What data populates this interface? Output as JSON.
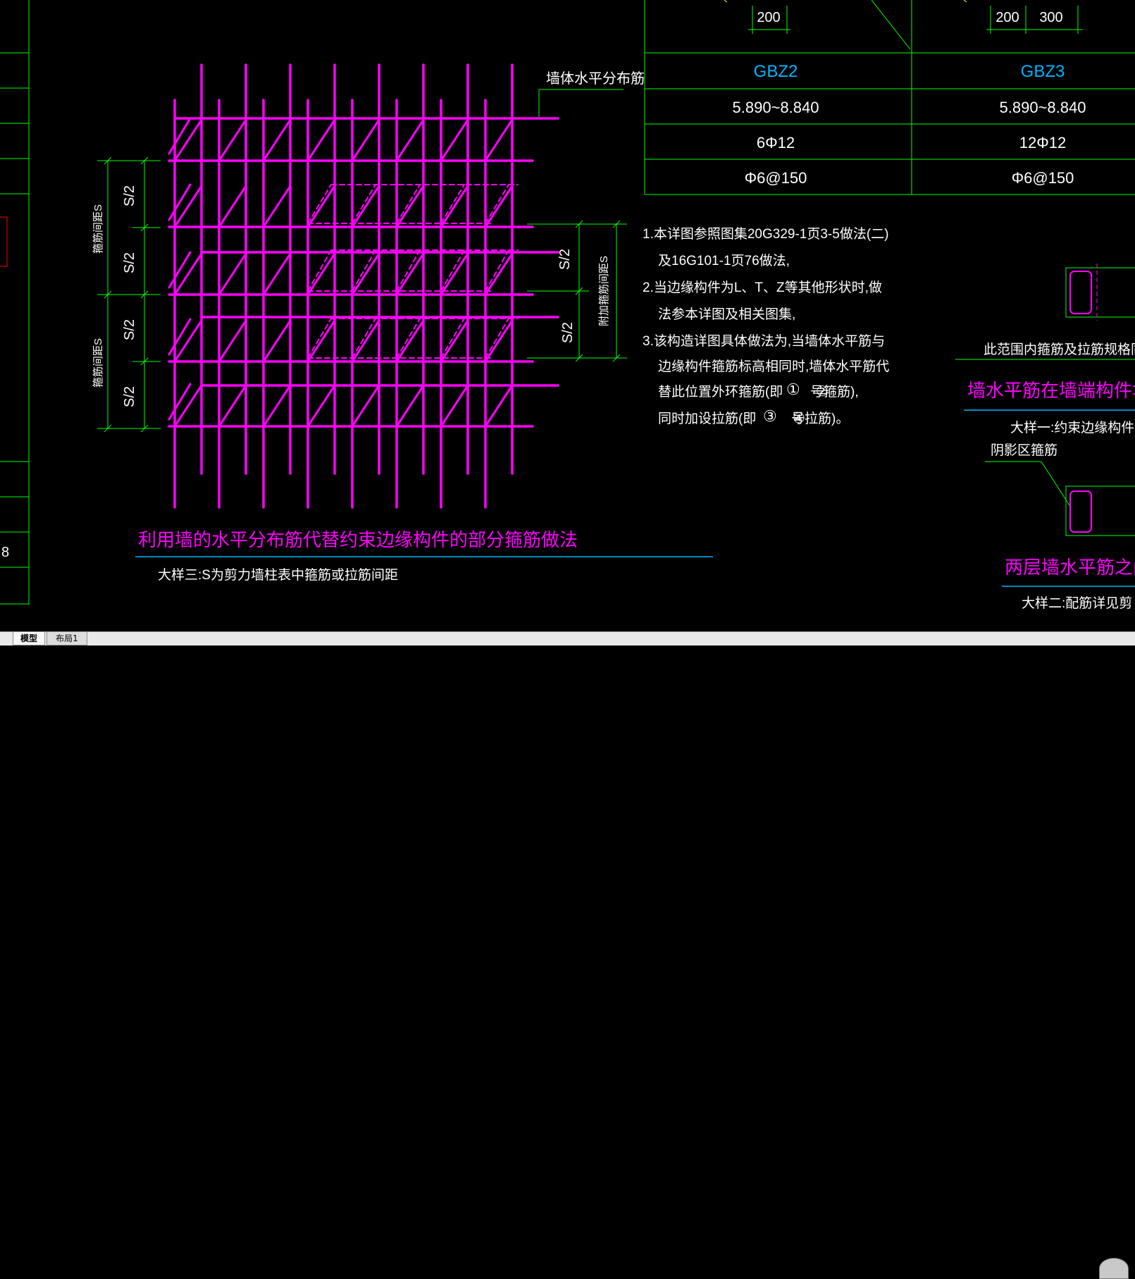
{
  "drawing": {
    "top_dims": {
      "left": "200",
      "right_a": "200",
      "right_b": "300"
    },
    "table": {
      "names": [
        "GBZ2",
        "GBZ3"
      ],
      "elevations": [
        "5.890~8.840",
        "5.890~8.840"
      ],
      "longitudinal": [
        "6Φ12",
        "12Φ12"
      ],
      "stirrups": [
        "Φ6@150",
        "Φ6@150"
      ]
    },
    "rebar_label": "墙体水平分布筋",
    "dims": {
      "half": "S/2"
    },
    "left_labels": {
      "top": "箍筋间距S",
      "bottom": "箍筋间距S"
    },
    "right_label": "附加箍筋间距S",
    "notes": [
      "1.本详图参照图集20G329-1页3-5做法(二)",
      "及16G101-1页76做法,",
      "2.当边缘构件为L、T、Z等其他形状时,做",
      "法参本详图及相关图集,",
      "3.该构造详图具体做法为,当墙体水平筋与",
      "边缘构件箍筋标高相同时,墙体水平筋代",
      "替此位置外环箍筋(即",
      "号箍筋),",
      "同时加设拉筋(即",
      "号拉筋)。"
    ],
    "circle_1": "①",
    "circle_2": "②",
    "circle_3": "③",
    "circle_4": "④",
    "main_title": "利用墙的水平分布筋代替约束边缘构件的部分箍筋做法",
    "subtitle": "大样三:S为剪力墙柱表中箍筋或拉筋间距",
    "right_texts": {
      "range_note": "此范围内箍筋及拉筋规格同大",
      "title1": "墙水平筋在墙端构件墙端",
      "sub1": "大样一:约束边缘构件",
      "shadow_rebar": "阴影区箍筋",
      "title2": "两层墙水平筋之间",
      "sub2": "大样二:配筋详见剪"
    },
    "left_panel_number": "8"
  },
  "colors": {
    "magenta": "#ff00ff",
    "green": "#00ff00",
    "cyan": "#00b4ff",
    "white": "#ffffff",
    "red": "#ff0000"
  },
  "tabs": {
    "model": "模型",
    "layout": "布局1"
  }
}
